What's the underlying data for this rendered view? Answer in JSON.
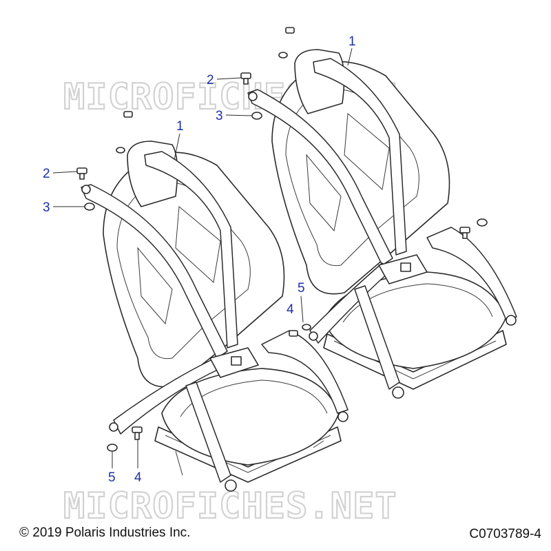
{
  "watermark": "MICROFICHES.NET",
  "callouts": {
    "left_belt": "1",
    "left_bolt": "2",
    "left_nut": "3",
    "left_lower_bolt": "4",
    "left_lower_nut": "5",
    "right_belt": "1",
    "right_bolt": "2",
    "right_nut": "3",
    "right_lower_bolt": "4",
    "right_lower_nut": "5"
  },
  "footer": {
    "copyright": "© 2019 Polaris Industries Inc.",
    "figure_code": "C0703789-4"
  }
}
